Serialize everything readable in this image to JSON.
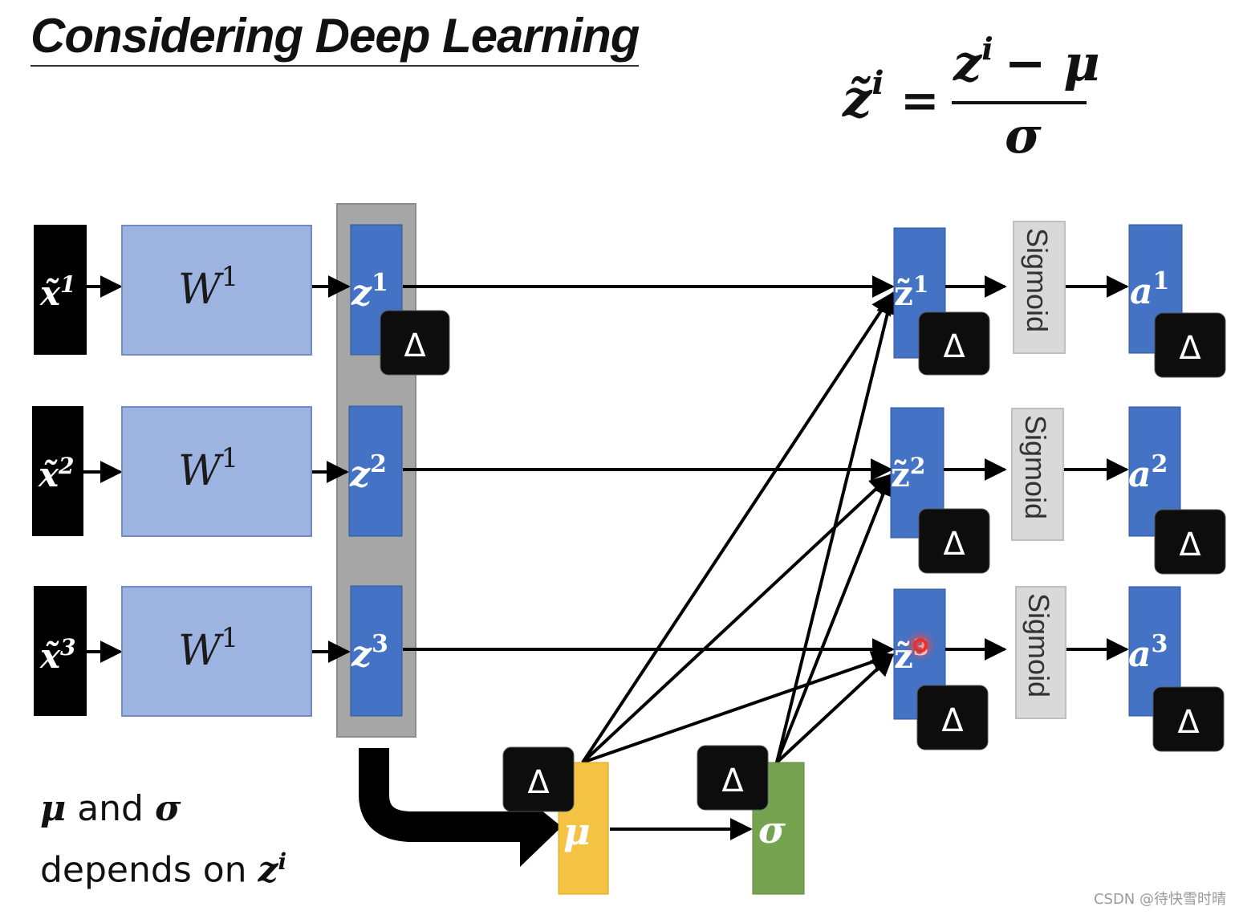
{
  "title": "Considering Deep Learning",
  "formula": {
    "lhs": "z̃",
    "lhs_sup": "i",
    "equals": "=",
    "num_z": "z",
    "num_sup": "i",
    "num_rest": "− μ",
    "den": "σ"
  },
  "inputs": [
    {
      "base": "x̃",
      "sup": "1"
    },
    {
      "base": "x̃",
      "sup": "2"
    },
    {
      "base": "x̃",
      "sup": "3"
    }
  ],
  "weights": [
    {
      "base": "W",
      "sup": "1"
    },
    {
      "base": "W",
      "sup": "1"
    },
    {
      "base": "W",
      "sup": "1"
    }
  ],
  "z_nodes": [
    {
      "base": "z",
      "sup": "1"
    },
    {
      "base": "z",
      "sup": "2"
    },
    {
      "base": "z",
      "sup": "3"
    }
  ],
  "znorm_nodes": [
    {
      "base": "z̃",
      "sup": "1"
    },
    {
      "base": "z̃",
      "sup": "2"
    },
    {
      "base": "z̃",
      "sup": "3"
    }
  ],
  "sigmoid_label": "Sigmoid",
  "a_nodes": [
    {
      "base": "a",
      "sup": "1"
    },
    {
      "base": "a",
      "sup": "2"
    },
    {
      "base": "a",
      "sup": "3"
    }
  ],
  "mu_label": "μ",
  "sigma_label": "σ",
  "delta_label": "Δ",
  "note": {
    "mu": "μ",
    "and": " and ",
    "sigma": "σ",
    "line2": "depends on ",
    "z": "z",
    "z_sup": "i"
  },
  "watermark": "CSDN @待快雪时晴",
  "colors": {
    "input_box": "#000000",
    "weight_box": "#9db4e0",
    "weight_border": "#6f8cc8",
    "node_blue": "#4472c4",
    "group_gray": "#a6a6a6",
    "sigmoid_box": "#d9d9d9",
    "mu_box": "#f4c343",
    "sigma_box": "#76a34f",
    "delta_bg": "#0d0d0d",
    "cursor_red": "#e8302a"
  }
}
